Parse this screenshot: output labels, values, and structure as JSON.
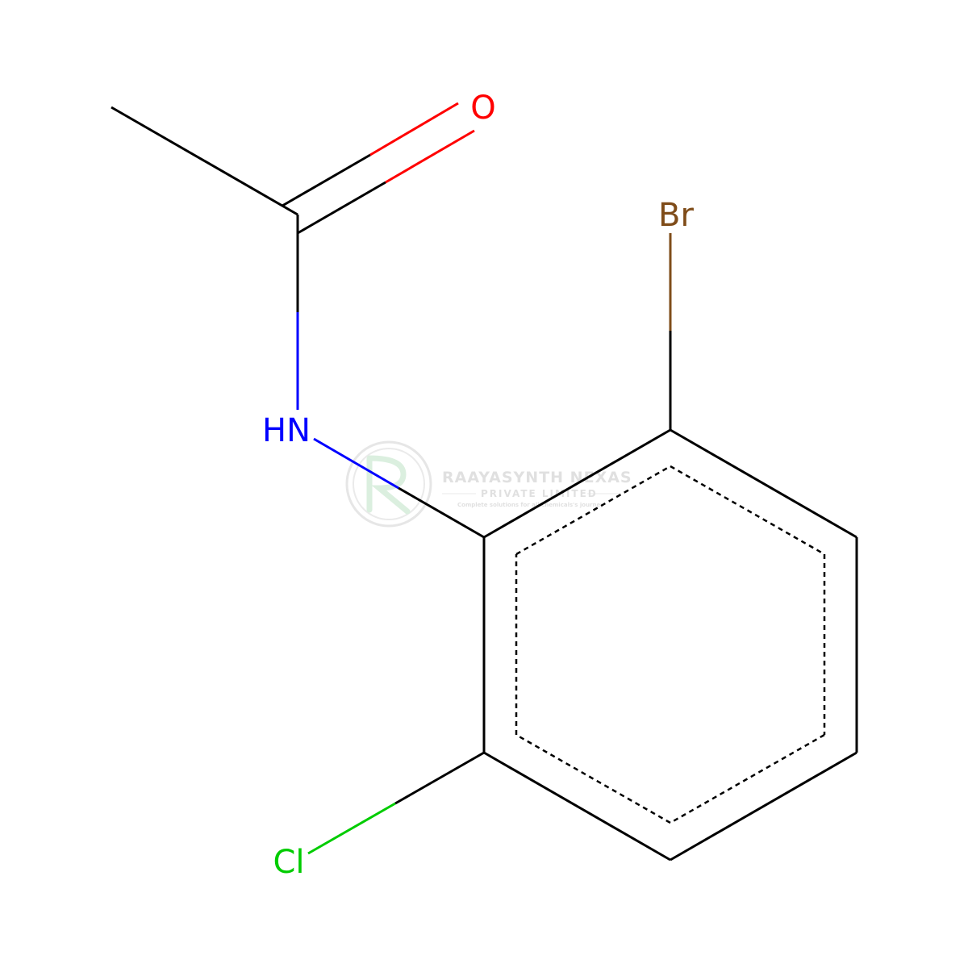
{
  "molecule": {
    "atoms": [
      {
        "id": "methyl",
        "symbol": "",
        "color": "#000000"
      },
      {
        "id": "carbonyl-carbon",
        "symbol": "",
        "color": "#000000"
      },
      {
        "id": "oxygen",
        "symbol": "O",
        "color": "#ff0000"
      },
      {
        "id": "nitrogen",
        "symbol": "HN",
        "color": "#0000ff"
      },
      {
        "id": "ring-c1",
        "symbol": "",
        "color": "#000000"
      },
      {
        "id": "ring-c2",
        "symbol": "",
        "color": "#000000"
      },
      {
        "id": "ring-c3",
        "symbol": "",
        "color": "#000000"
      },
      {
        "id": "ring-c4",
        "symbol": "",
        "color": "#000000"
      },
      {
        "id": "ring-c5",
        "symbol": "",
        "color": "#000000"
      },
      {
        "id": "ring-c6",
        "symbol": "",
        "color": "#000000"
      },
      {
        "id": "bromine",
        "symbol": "Br",
        "color": "#7f4c19"
      },
      {
        "id": "chlorine",
        "symbol": "Cl",
        "color": "#00cc00"
      }
    ],
    "bonds": [
      {
        "from": "methyl",
        "to": "carbonyl-carbon",
        "order": 1
      },
      {
        "from": "carbonyl-carbon",
        "to": "oxygen",
        "order": 2
      },
      {
        "from": "carbonyl-carbon",
        "to": "nitrogen",
        "order": 1
      },
      {
        "from": "nitrogen",
        "to": "ring-c1",
        "order": 1
      },
      {
        "from": "ring-c1",
        "to": "ring-c2",
        "order": "aromatic"
      },
      {
        "from": "ring-c2",
        "to": "ring-c3",
        "order": "aromatic"
      },
      {
        "from": "ring-c3",
        "to": "ring-c4",
        "order": "aromatic"
      },
      {
        "from": "ring-c4",
        "to": "ring-c5",
        "order": "aromatic"
      },
      {
        "from": "ring-c5",
        "to": "ring-c6",
        "order": "aromatic"
      },
      {
        "from": "ring-c6",
        "to": "ring-c1",
        "order": "aromatic"
      },
      {
        "from": "ring-c2",
        "to": "bromine",
        "order": 1
      },
      {
        "from": "ring-c6",
        "to": "chlorine",
        "order": 1
      }
    ]
  },
  "watermark": {
    "title": "RAAYASYNTH NEXAS",
    "subtitle": "PRIVATE LIMITED",
    "tagline": "Complete solutions for all chemicals's journey",
    "color": "#c8c8c8",
    "logo_color": "#cfe8d4"
  }
}
